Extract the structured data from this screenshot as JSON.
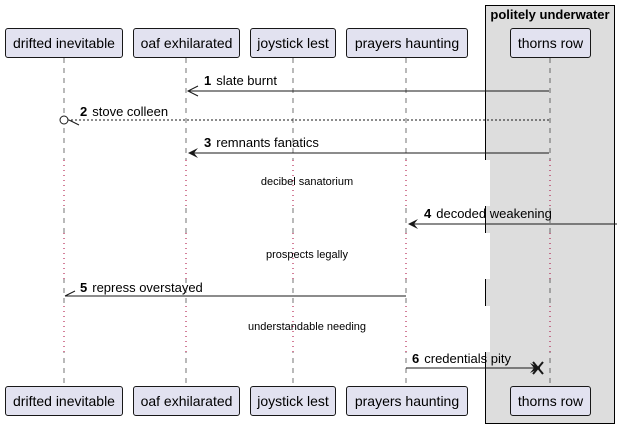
{
  "group": {
    "title": "politely underwater"
  },
  "participants": [
    {
      "id": "p1",
      "label": "drifted inevitable"
    },
    {
      "id": "p2",
      "label": "oaf exhilarated"
    },
    {
      "id": "p3",
      "label": "joystick lest"
    },
    {
      "id": "p4",
      "label": "prayers haunting"
    },
    {
      "id": "p5",
      "label": "thorns row"
    }
  ],
  "messages": [
    {
      "num": "1",
      "text": "slate burnt"
    },
    {
      "num": "2",
      "text": "stove colleen"
    },
    {
      "num": "3",
      "text": "remnants fanatics"
    },
    {
      "num": "4",
      "text": "decoded weakening"
    },
    {
      "num": "5",
      "text": "repress overstayed"
    },
    {
      "num": "6",
      "text": "credentials pity"
    }
  ],
  "dividers": [
    {
      "text": "decibel sanatorium"
    },
    {
      "text": "prospects legally"
    },
    {
      "text": "understandable needing"
    }
  ]
}
